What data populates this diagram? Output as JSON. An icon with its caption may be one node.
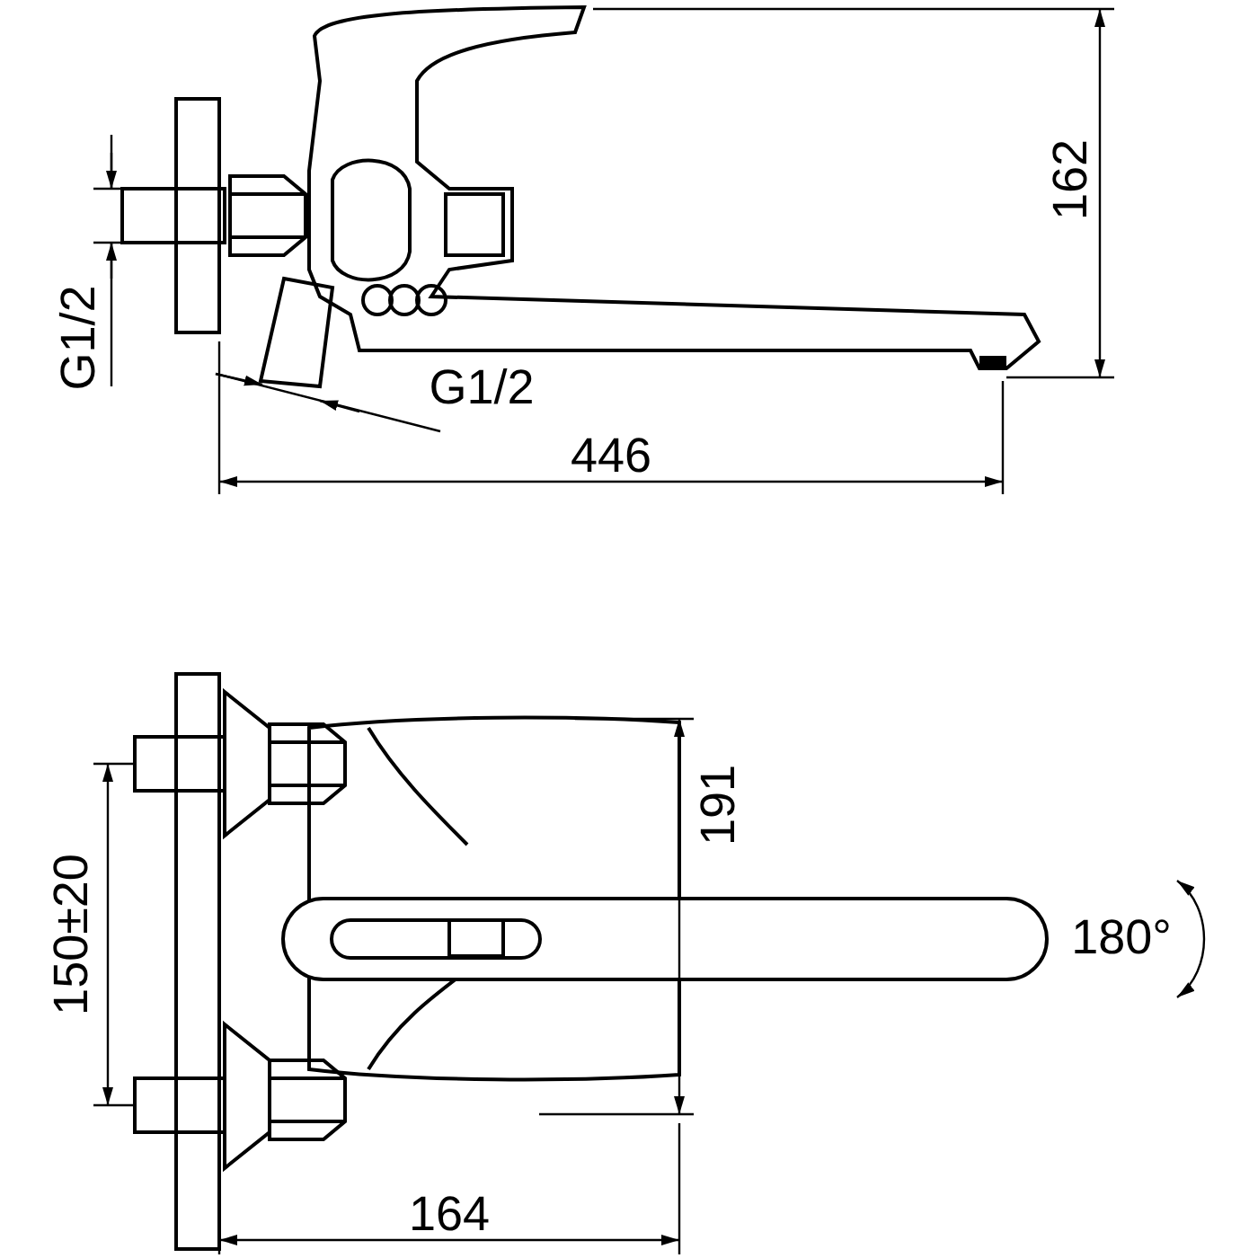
{
  "diagram": {
    "labels": [
      "162",
      "G1/2",
      "G1/2",
      "446",
      "191",
      "150±20",
      "180°",
      "164"
    ]
  }
}
